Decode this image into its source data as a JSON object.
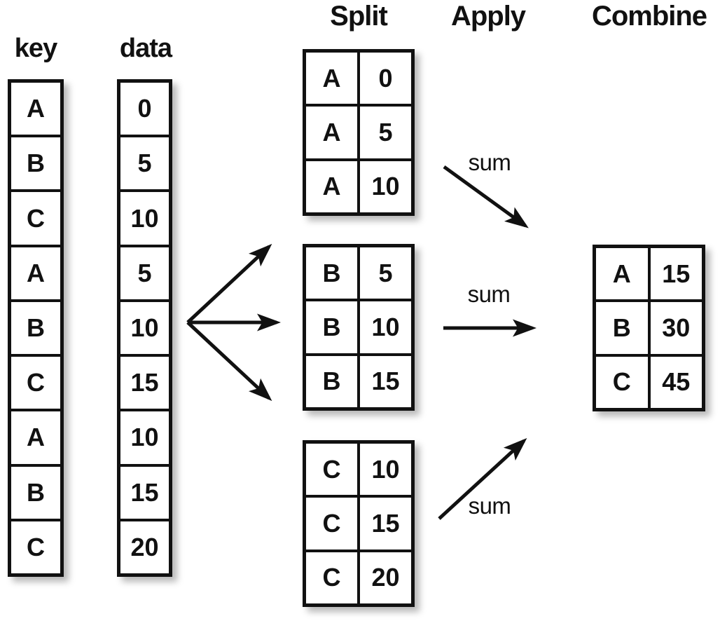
{
  "stages": {
    "split_label": "Split",
    "apply_label": "Apply",
    "combine_label": "Combine"
  },
  "input_table": {
    "key_header": "key",
    "data_header": "data",
    "keys": [
      "A",
      "B",
      "C",
      "A",
      "B",
      "C",
      "A",
      "B",
      "C"
    ],
    "values": [
      "0",
      "5",
      "10",
      "5",
      "10",
      "15",
      "10",
      "15",
      "20"
    ]
  },
  "split_groups": [
    {
      "key": "A",
      "rows": [
        [
          "A",
          "0"
        ],
        [
          "A",
          "5"
        ],
        [
          "A",
          "10"
        ]
      ]
    },
    {
      "key": "B",
      "rows": [
        [
          "B",
          "5"
        ],
        [
          "B",
          "10"
        ],
        [
          "B",
          "15"
        ]
      ]
    },
    {
      "key": "C",
      "rows": [
        [
          "C",
          "10"
        ],
        [
          "C",
          "15"
        ],
        [
          "C",
          "20"
        ]
      ]
    }
  ],
  "apply": {
    "operation": "sum",
    "labels": [
      "sum",
      "sum",
      "sum"
    ]
  },
  "combine_table": {
    "rows": [
      [
        "A",
        "15"
      ],
      [
        "B",
        "30"
      ],
      [
        "C",
        "45"
      ]
    ]
  },
  "colors": {
    "ink": "#111111",
    "background": "#ffffff"
  }
}
